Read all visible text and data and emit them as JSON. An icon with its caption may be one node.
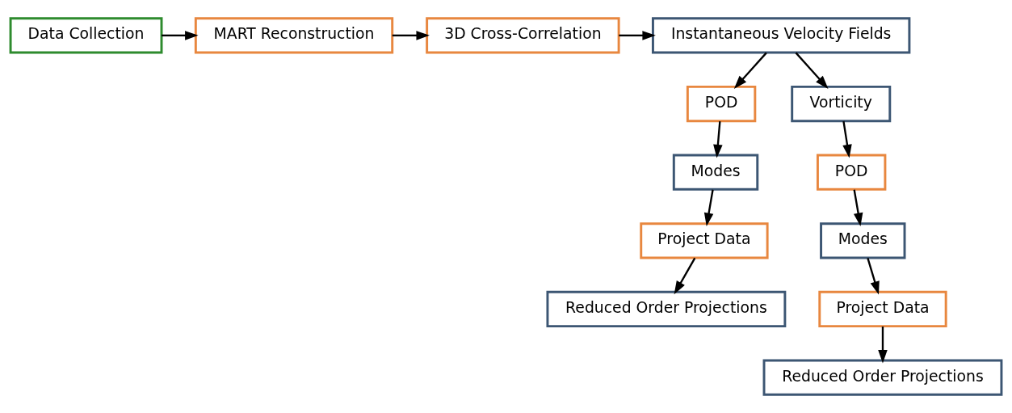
{
  "diagram": {
    "nodes": [
      {
        "text": [
          "Data Collection"
        ]
      },
      {
        "text": [
          "MART Reconstruction"
        ]
      },
      {
        "text": [
          "3D Cross-Correlation"
        ]
      },
      {
        "text": [
          "Instantaneous Velocity Fields"
        ]
      },
      {
        "text": [
          "POD"
        ]
      },
      {
        "text": [
          "Vorticity"
        ]
      },
      {
        "text": [
          "Modes"
        ]
      },
      {
        "text": [
          "POD"
        ]
      },
      {
        "text": [
          "Project Data"
        ]
      },
      {
        "text": [
          "Reduced Order Projections"
        ]
      },
      {
        "text": [
          "Modes"
        ]
      },
      {
        "text": [
          "Project Data"
        ]
      },
      {
        "text": [
          "Reduced Order Projections"
        ]
      }
    ],
    "edges": [
      {
        "from": 0,
        "to": 1,
        "arrow": "to"
      },
      {
        "from": 1,
        "to": 2,
        "arrow": "to"
      },
      {
        "from": 2,
        "to": 3,
        "arrow": "to"
      },
      {
        "from": 3,
        "to": 4,
        "arrow": "to"
      },
      {
        "from": 3,
        "to": 5,
        "arrow": "to"
      },
      {
        "from": 4,
        "to": 6,
        "arrow": "to"
      },
      {
        "from": 5,
        "to": 7,
        "arrow": "to"
      },
      {
        "from": 6,
        "to": 8,
        "arrow": "to"
      },
      {
        "from": 8,
        "to": 9,
        "arrow": "to"
      },
      {
        "from": 7,
        "to": 10,
        "arrow": "to"
      },
      {
        "from": 10,
        "to": 11,
        "arrow": "to"
      },
      {
        "from": 11,
        "to": 12,
        "arrow": "to"
      }
    ]
  }
}
